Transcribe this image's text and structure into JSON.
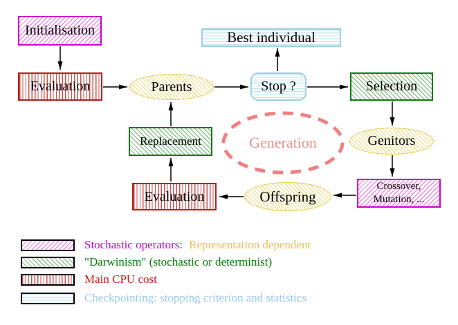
{
  "nodes": {
    "initialisation": "Initialisation",
    "evaluation_top": "Evaluation",
    "parents": "Parents",
    "best_individual": "Best individual",
    "stop": "Stop ?",
    "selection": "Selection",
    "genitors": "Genitors",
    "crossover_line1": "Crossover,",
    "crossover_line2": "Mutation, ...",
    "offspring": "Offspring",
    "evaluation_bottom": "Evaluation",
    "replacement": "Replacement",
    "generation": "Generation"
  },
  "legend": {
    "items": [
      {
        "swatch": "magenta-hatch",
        "label": "Stochastic operators:",
        "label2": "Representation dependent"
      },
      {
        "swatch": "green-hatch",
        "label": "\"Darwinism\" (stochastic or determinist)"
      },
      {
        "swatch": "red-stripes",
        "label": "Main CPU cost"
      },
      {
        "swatch": "cyan-stripes",
        "label": "Checkpointing: stopping criterion and statistics"
      }
    ]
  },
  "colors": {
    "magenta": "#cc00cc",
    "magenta-hatch": "#ee8ce6",
    "red": "#b51f1f",
    "red-stripe": "#cc5252",
    "green": "#0e7a0e",
    "green-hatch": "#8ec28e",
    "yellow": "#e2ca52",
    "yellow-hatch": "#efe49e",
    "cyan": "#a0cfe0",
    "cyan-stripe": "#c4e7f2",
    "coral": "#f08080",
    "coral-text": "#ee8e8e",
    "gold-text": "#e4c73e",
    "green-text": "#067806",
    "red-text": "#cc1a1a",
    "cyan-text": "#99c9e9"
  }
}
